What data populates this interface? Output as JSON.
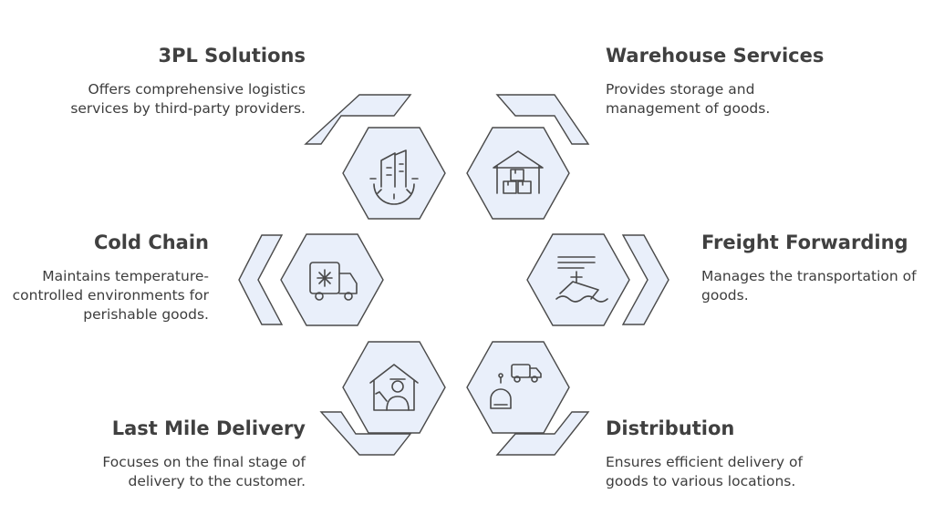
{
  "nodes": [
    {
      "title": "3PL Solutions",
      "description": "Offers comprehensive logistics services by third-party providers.",
      "icon": "building-gear-icon"
    },
    {
      "title": "Warehouse Services",
      "description": "Provides storage and management of goods.",
      "icon": "warehouse-boxes-icon"
    },
    {
      "title": "Cold Chain",
      "description": "Maintains temperature-controlled environments for perishable goods.",
      "icon": "refrigerated-truck-icon"
    },
    {
      "title": "Freight Forwarding",
      "description": "Manages the transportation of goods.",
      "icon": "ship-waves-icon"
    },
    {
      "title": "Last Mile Delivery",
      "description": "Focuses on the final stage of delivery to the customer.",
      "icon": "delivery-person-house-icon"
    },
    {
      "title": "Distribution",
      "description": "Ensures efficient delivery of goods to various locations.",
      "icon": "robot-truck-icon"
    }
  ],
  "colors": {
    "fill": "#e9effa",
    "stroke": "#4a4a4a",
    "text": "#404040"
  }
}
